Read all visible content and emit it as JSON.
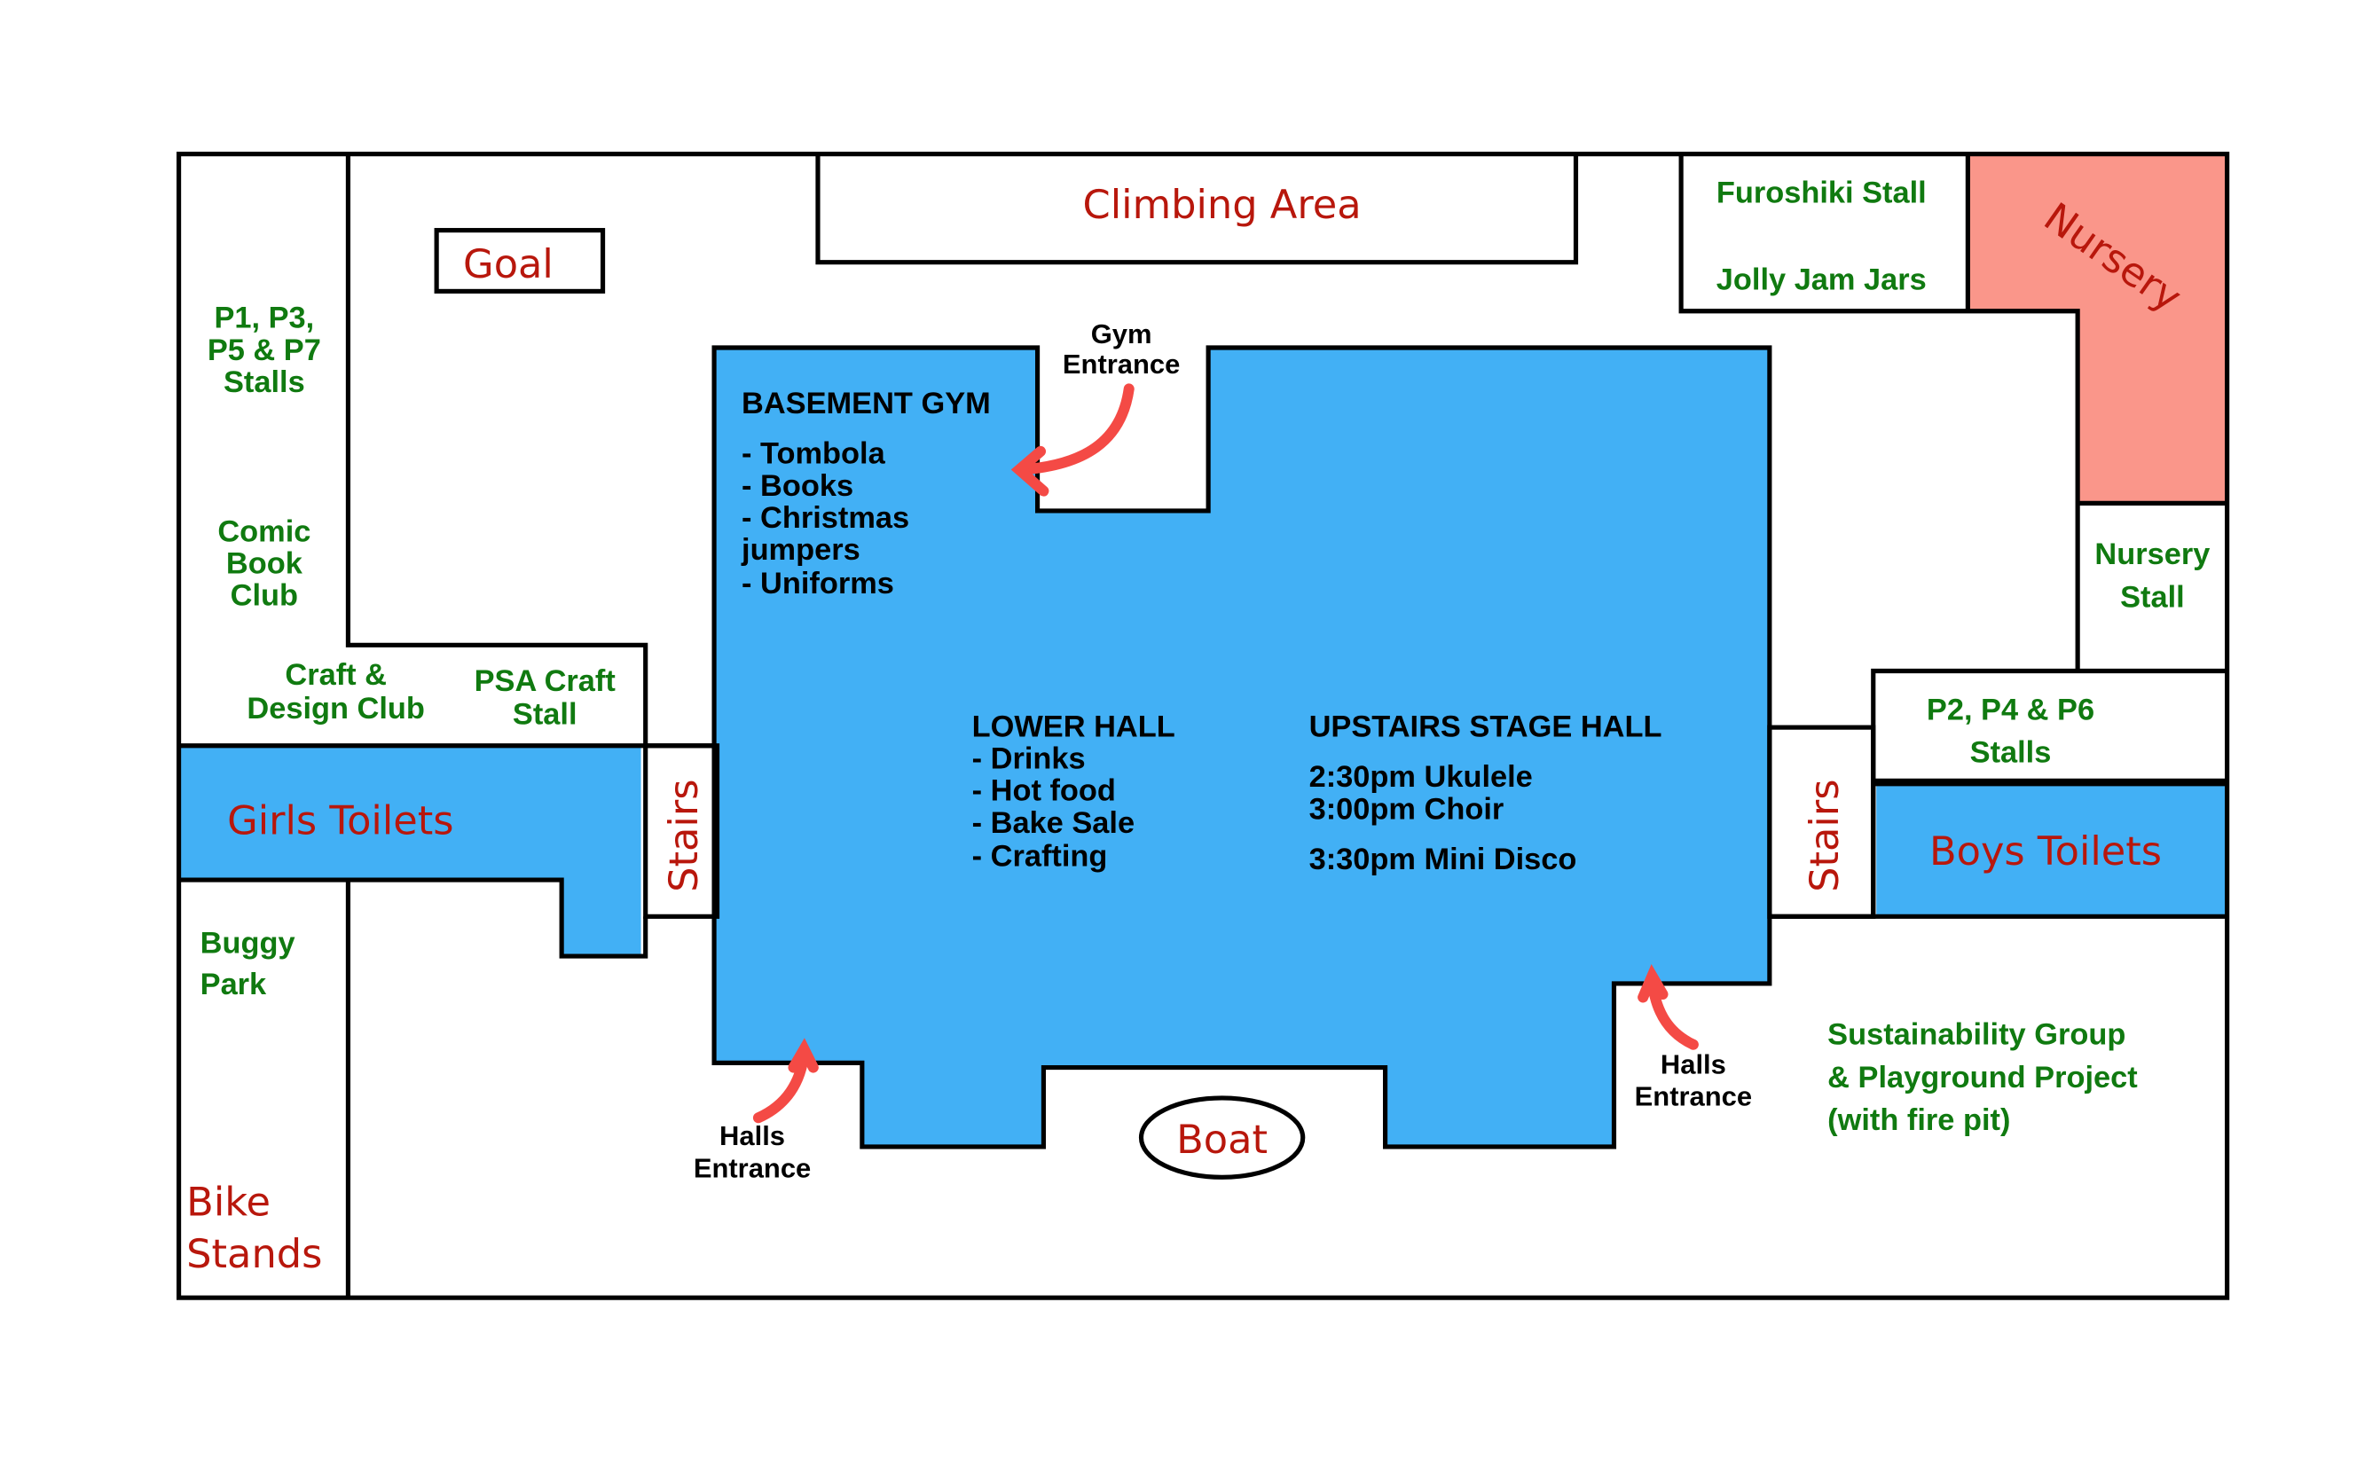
{
  "colors": {
    "hall": "#42b0f5",
    "nursery": "#fa968a",
    "green_text": "#107a10",
    "red_text": "#b8170c",
    "arrow": "#f44a45"
  },
  "areas": {
    "climbing": "Climbing Area",
    "goal": "Goal",
    "nursery": "Nursery",
    "girls_toilets": "Girls Toilets",
    "boys_toilets": "Boys Toilets",
    "stairs_left": "Stairs",
    "stairs_right": "Stairs",
    "boat": "Boat",
    "bike_stands": [
      "Bike",
      "Stands"
    ]
  },
  "stalls": {
    "p1357": [
      "P1, P3,",
      "P5 & P7",
      "Stalls"
    ],
    "comic": [
      "Comic",
      "Book",
      "Club"
    ],
    "craft_design": [
      "Craft &",
      "Design Club"
    ],
    "psa": [
      "PSA Craft",
      "Stall"
    ],
    "buggy": [
      "Buggy",
      "Park"
    ],
    "furoshiki": "Furoshiki Stall",
    "jolly": "Jolly  Jam Jars",
    "nursery_stall": [
      "Nursery",
      "Stall"
    ],
    "p246": [
      "P2, P4 & P6",
      "Stalls"
    ],
    "sustainability": [
      "Sustainability Group",
      "& Playground Project",
      "(with fire pit)"
    ]
  },
  "halls": {
    "basement": {
      "title": "BASEMENT GYM",
      "items": [
        "- Tombola",
        "- Books",
        "- Christmas",
        "   jumpers",
        "- Uniforms"
      ]
    },
    "lower": {
      "title": "LOWER HALL",
      "items": [
        "- Drinks",
        "- Hot food",
        "- Bake Sale",
        "- Crafting"
      ]
    },
    "upstairs": {
      "title": "UPSTAIRS STAGE HALL",
      "items": [
        "2:30pm Ukulele",
        "3:00pm Choir",
        "3:30pm Mini Disco"
      ]
    }
  },
  "entrances": {
    "gym": [
      "Gym",
      "Entrance"
    ],
    "halls_left": [
      "Halls",
      "Entrance"
    ],
    "halls_right": [
      "Halls",
      "Entrance"
    ]
  }
}
